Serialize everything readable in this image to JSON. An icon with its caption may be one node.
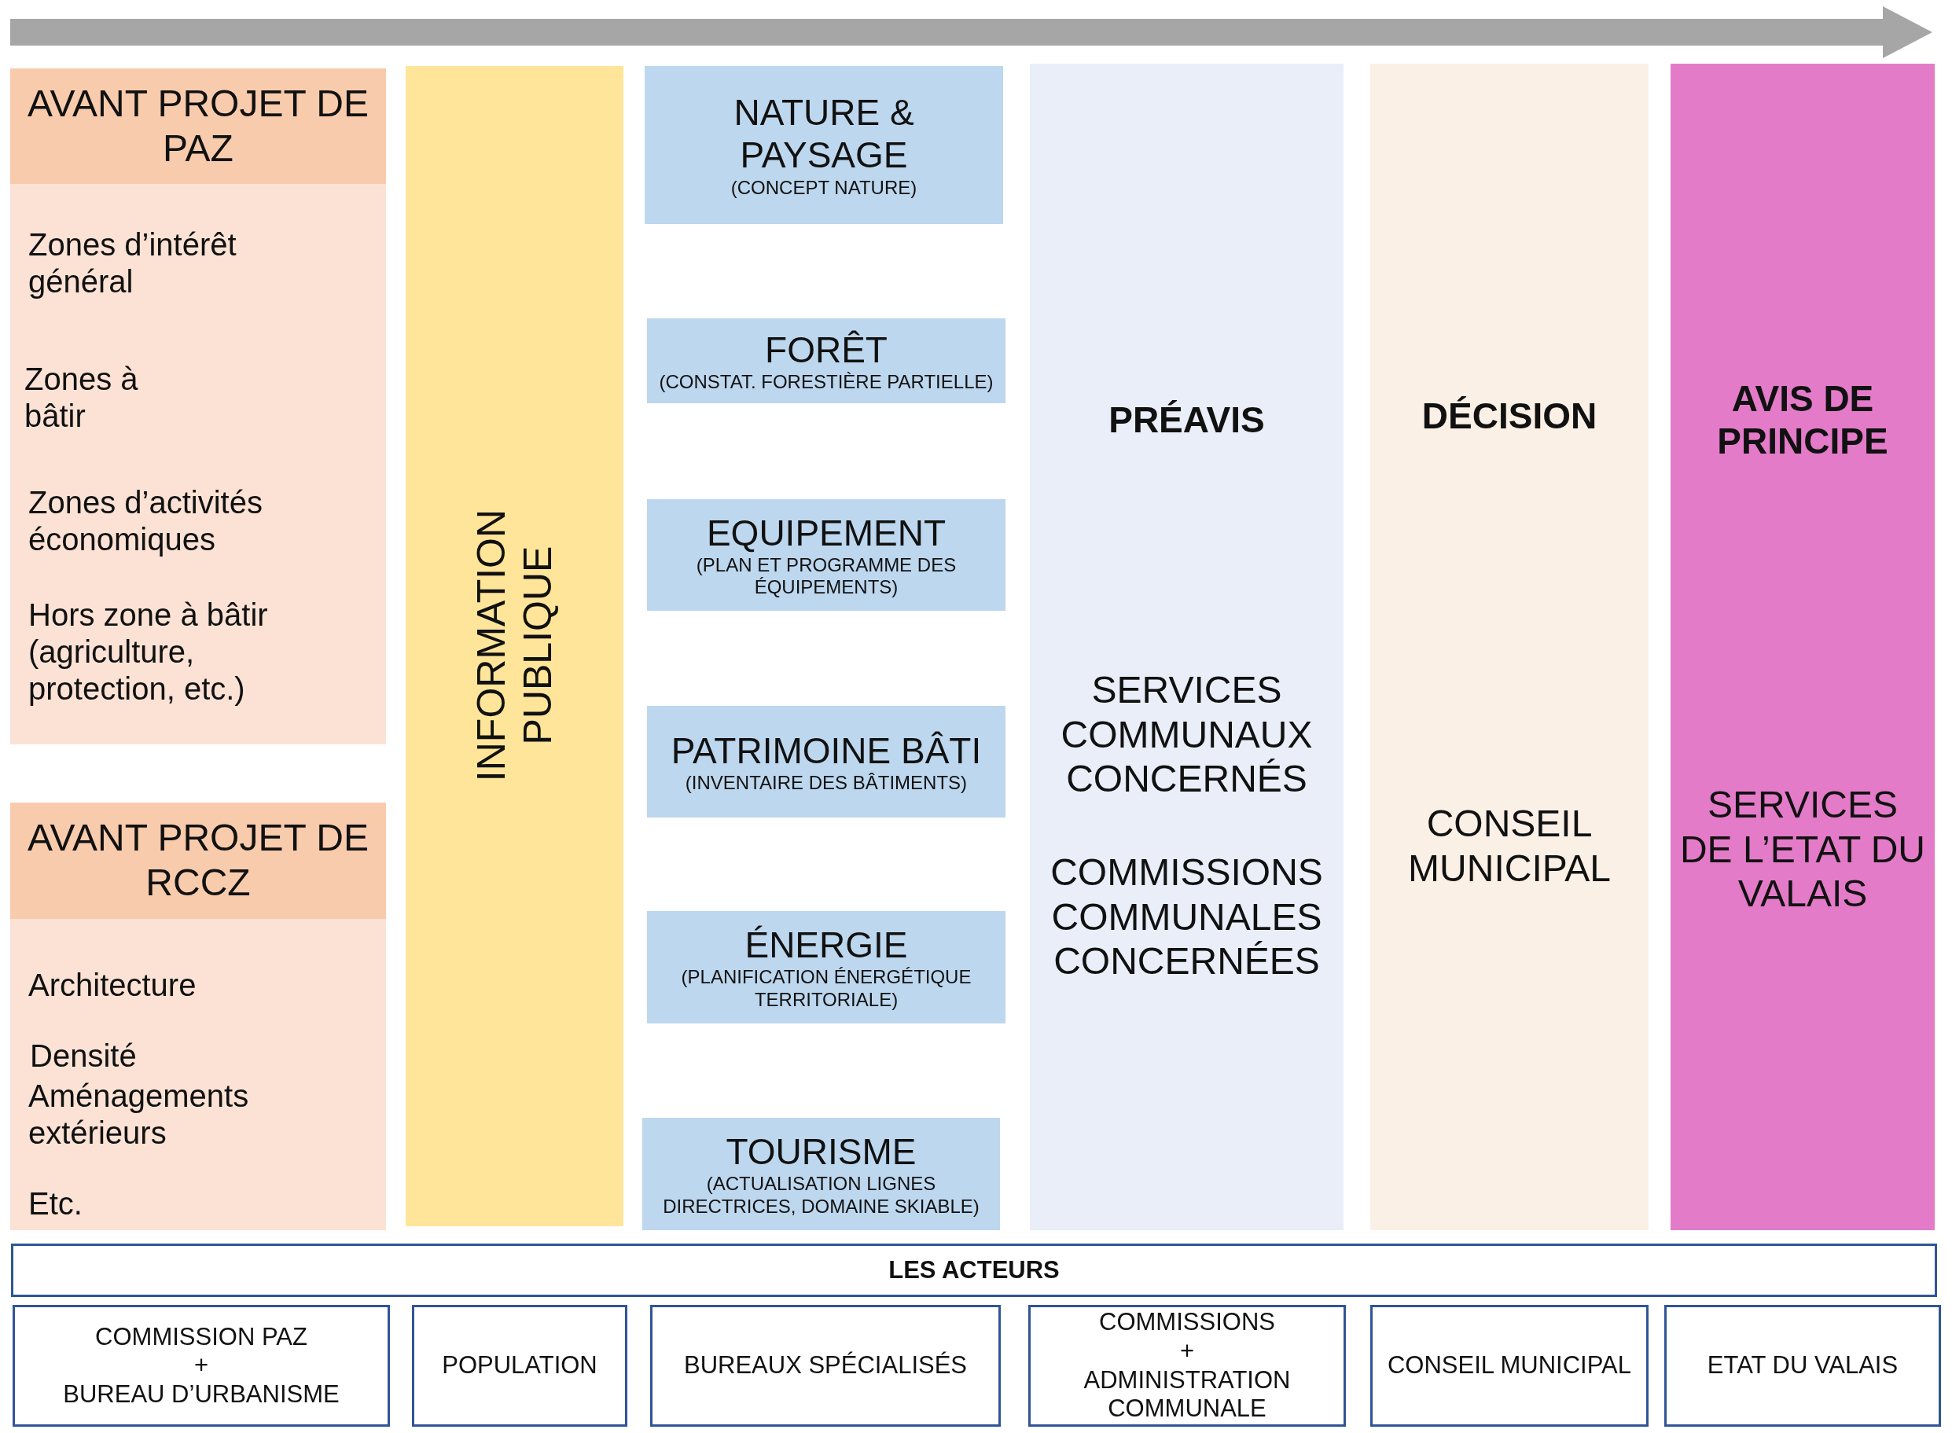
{
  "diagram": {
    "nodes": [
      {
        "text": [
          "AVANT PROJET DE PAZ",
          "Zones d’intérêt général",
          "Zones à bâtir",
          "Zones d’activités économiques",
          "Hors zone à bâtir (agriculture, protection, etc.)"
        ]
      },
      {
        "text": [
          "AVANT PROJET DE RCCZ",
          "Architecture",
          "Densité",
          "Aménagements extérieurs",
          "Etc."
        ]
      },
      {
        "text": [
          "INFORMATION PUBLIQUE"
        ]
      },
      {
        "text": [
          "NATURE & PAYSAGE",
          "(CONCEPT NATURE)"
        ]
      },
      {
        "text": [
          "FORÊT",
          "(CONSTAT. FORESTIÈRE PARTIELLE)"
        ]
      },
      {
        "text": [
          "EQUIPEMENT",
          "(PLAN ET PROGRAMME DES ÉQUIPEMENTS)"
        ]
      },
      {
        "text": [
          "PATRIMOINE BÂTI",
          "(INVENTAIRE DES BÂTIMENTS)"
        ]
      },
      {
        "text": [
          "ÉNERGIE",
          "(PLANIFICATION ÉNERGÉTIQUE TERRITORIALE)"
        ]
      },
      {
        "text": [
          "TOURISME",
          "(ACTUALISATION LIGNES DIRECTRICES, DOMAINE SKIABLE)"
        ]
      },
      {
        "text": [
          "PRÉAVIS",
          "SERVICES COMMUNAUX CONCERNÉS",
          "COMMISSIONS COMMUNALES CONCERNÉES"
        ]
      },
      {
        "text": [
          "DÉCISION",
          "CONSEIL MUNICIPAL"
        ]
      },
      {
        "text": [
          "AVIS DE PRINCIPE",
          "SERVICES DE L’ETAT DU VALAIS"
        ]
      },
      {
        "text": [
          "LES ACTEURS"
        ]
      },
      {
        "text": [
          "COMMISSION PAZ",
          "+",
          "BUREAU D’URBANISME"
        ]
      },
      {
        "text": [
          "POPULATION"
        ]
      },
      {
        "text": [
          "BUREAUX SPÉCIALISÉS"
        ]
      },
      {
        "text": [
          "COMMISSIONS",
          "+",
          "ADMINISTRATION COMMUNALE"
        ]
      },
      {
        "text": [
          "CONSEIL MUNICIPAL"
        ]
      },
      {
        "text": [
          "ETAT DU VALAIS"
        ]
      }
    ],
    "edges": []
  }
}
